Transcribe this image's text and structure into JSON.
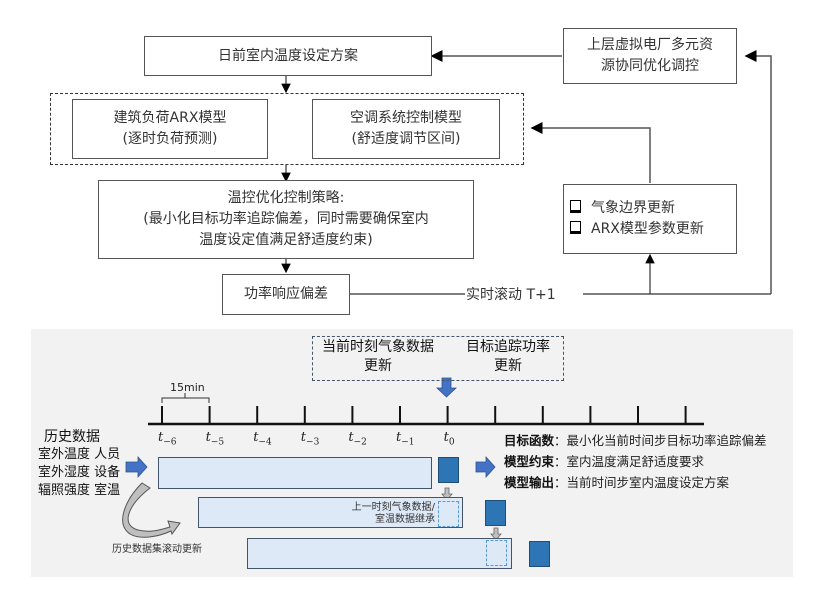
{
  "flow": {
    "day_ahead_plan": "日前室内温度设定方案",
    "upper_vpp": [
      "上层虚拟电厂多元资",
      "源协同优化调控"
    ],
    "arx_model": [
      "建筑负荷ARX模型",
      "(逐时负荷预测)"
    ],
    "ac_model": [
      "空调系统控制模型",
      "(舒适度调节区间)"
    ],
    "strategy": [
      "温控优化控制策略:",
      "(最小化目标功率追踪偏差，同时需要确保室内",
      "温度设定值满足舒适度约束)"
    ],
    "power_deviation": "功率响应偏差",
    "update_items": [
      "气象边界更新",
      "ARX模型参数更新"
    ],
    "rolling_label": "实时滚动 T+1"
  },
  "timeline": {
    "interval_label": "15min",
    "ticks": [
      "t",
      "t",
      "t",
      "t",
      "t",
      "t",
      "t"
    ],
    "tick_subs": [
      "−6",
      "−5",
      "−4",
      "−3",
      "−2",
      "−1",
      "0"
    ],
    "update_box": {
      "left": [
        "当前时刻气象数据",
        "更新"
      ],
      "right": [
        "目标追踪功率",
        "更新"
      ]
    },
    "history_title": "历史数据",
    "history_rows": [
      [
        "室外温度",
        "人员"
      ],
      [
        "室外湿度",
        "设备"
      ],
      [
        "辐照强度",
        "室温"
      ]
    ],
    "inherit_label": [
      "上一时刻气象数据/",
      "室温数据继承"
    ],
    "rolling_update_label": "历史数据集滚动更新",
    "model_info": [
      {
        "key": "目标函数",
        "value": "：最小化当前时间步目标功率追踪偏差"
      },
      {
        "key": "模型约束",
        "value": "：室内温度满足舒适度要求"
      },
      {
        "key": "模型输出",
        "value": "：当前时间步室内温度设定方案"
      }
    ],
    "colors": {
      "accent_blue": "#2e75b6",
      "bar_fill": "#dde9f6",
      "panel_bg": "#f2f2f2"
    }
  }
}
